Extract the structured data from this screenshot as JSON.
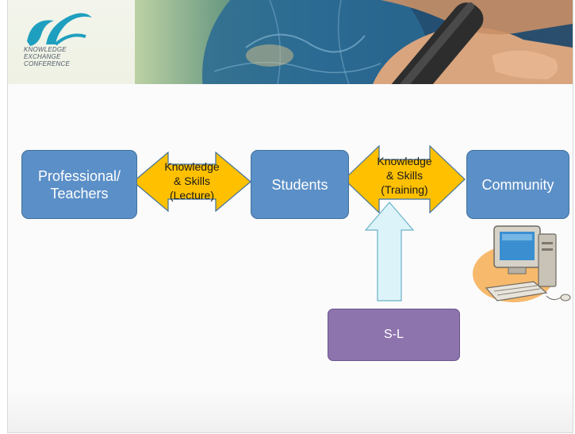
{
  "logo": {
    "line1": "KNOWLEDGE",
    "line2": "EXCHANGE",
    "line3": "CONFERENCE"
  },
  "nodes": {
    "professional": "Professional/ Teachers",
    "students": "Students",
    "community": "Community",
    "sl": "S-L"
  },
  "arrows": {
    "lecture": "Knowledge\n& Skills\n(Lecture)",
    "training": "Knowledge\n& Skills\n(Training)"
  },
  "colors": {
    "node_fill": "#5b8fc7",
    "arrow_fill": "#ffc000",
    "up_arrow_fill": "#dcf4f9",
    "sl_fill": "#8e74ad"
  }
}
